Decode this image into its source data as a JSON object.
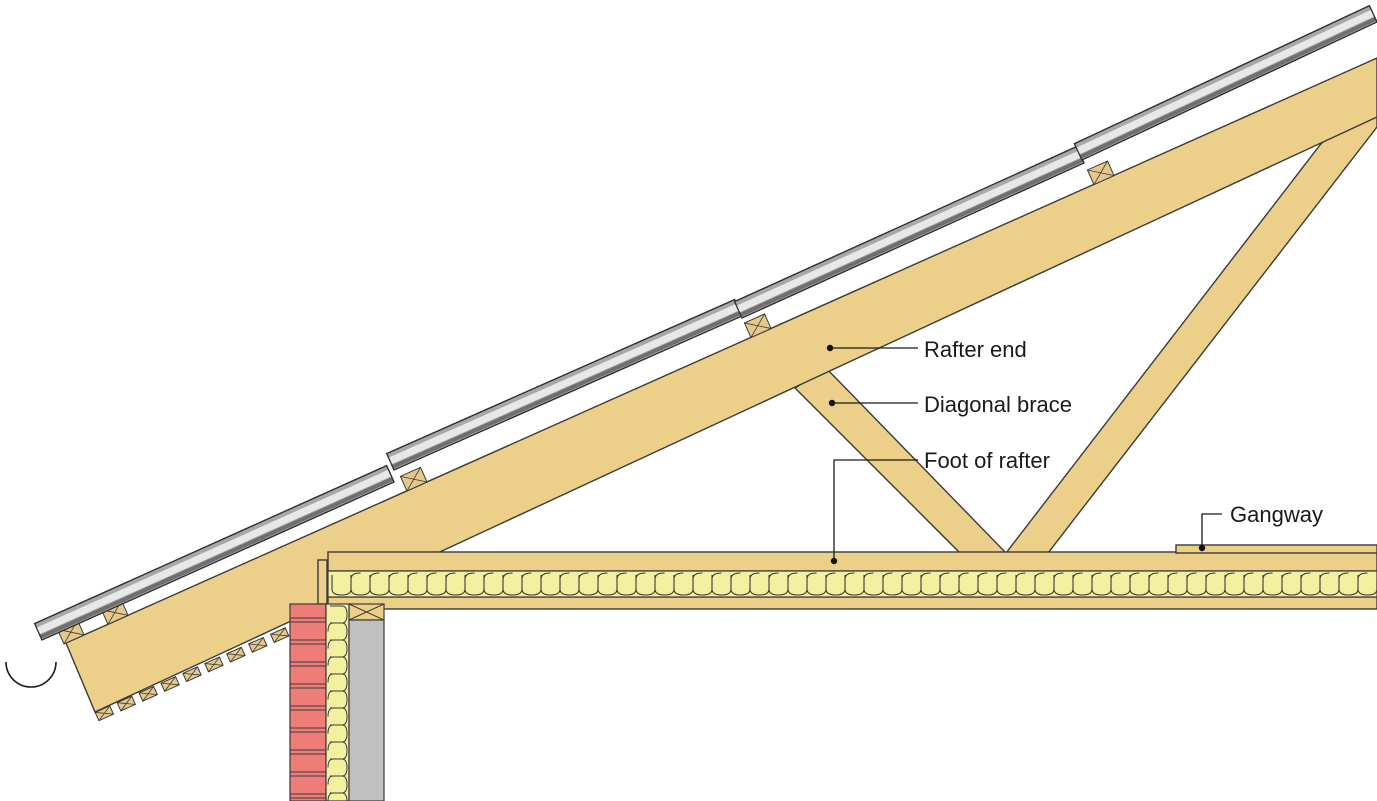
{
  "diagram": {
    "labels": {
      "rafter_end": "Rafter end",
      "diagonal_brace": "Diagonal brace",
      "foot_of_rafter": "Foot of rafter",
      "gangway": "Gangway"
    }
  },
  "colors": {
    "timber": "#ecd089",
    "insulation": "#f3f0a0",
    "brick": "#ee7d78",
    "block": "#c0c0c0",
    "roof_tile": "#a8a8a8",
    "batten": "#e6c98a"
  }
}
